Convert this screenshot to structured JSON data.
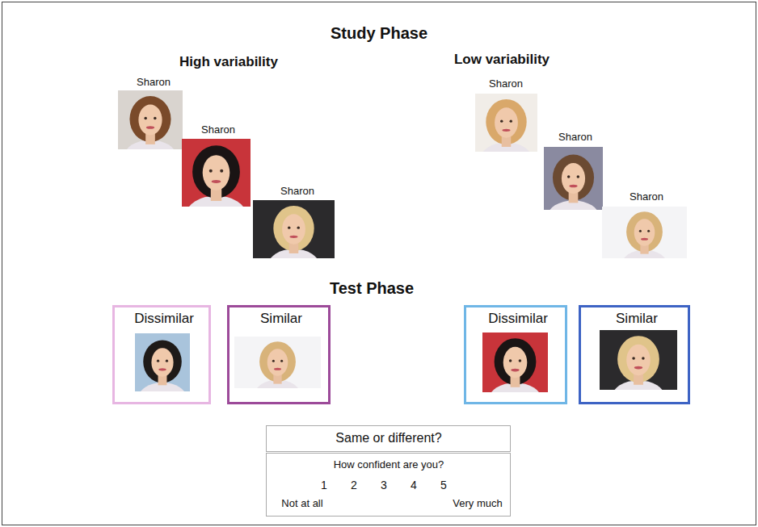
{
  "diagram": {
    "title": "Study Phase",
    "nodes": [
      {
        "text": [
          "Dissimilar"
        ]
      },
      {
        "text": [
          "Similar"
        ]
      },
      {
        "text": [
          "Dissimilar"
        ]
      },
      {
        "text": [
          "Similar"
        ]
      },
      {
        "text": [
          "Same or different?"
        ]
      },
      {
        "text": [
          "How confident are you?",
          "1",
          "2",
          "3",
          "4",
          "5",
          "Not at all",
          "Very much"
        ]
      }
    ],
    "labels": [
      "High variability",
      "Low variability",
      "Sharon",
      "Sharon",
      "Sharon",
      "Sharon",
      "Sharon",
      "Sharon",
      "Test Phase"
    ]
  }
}
